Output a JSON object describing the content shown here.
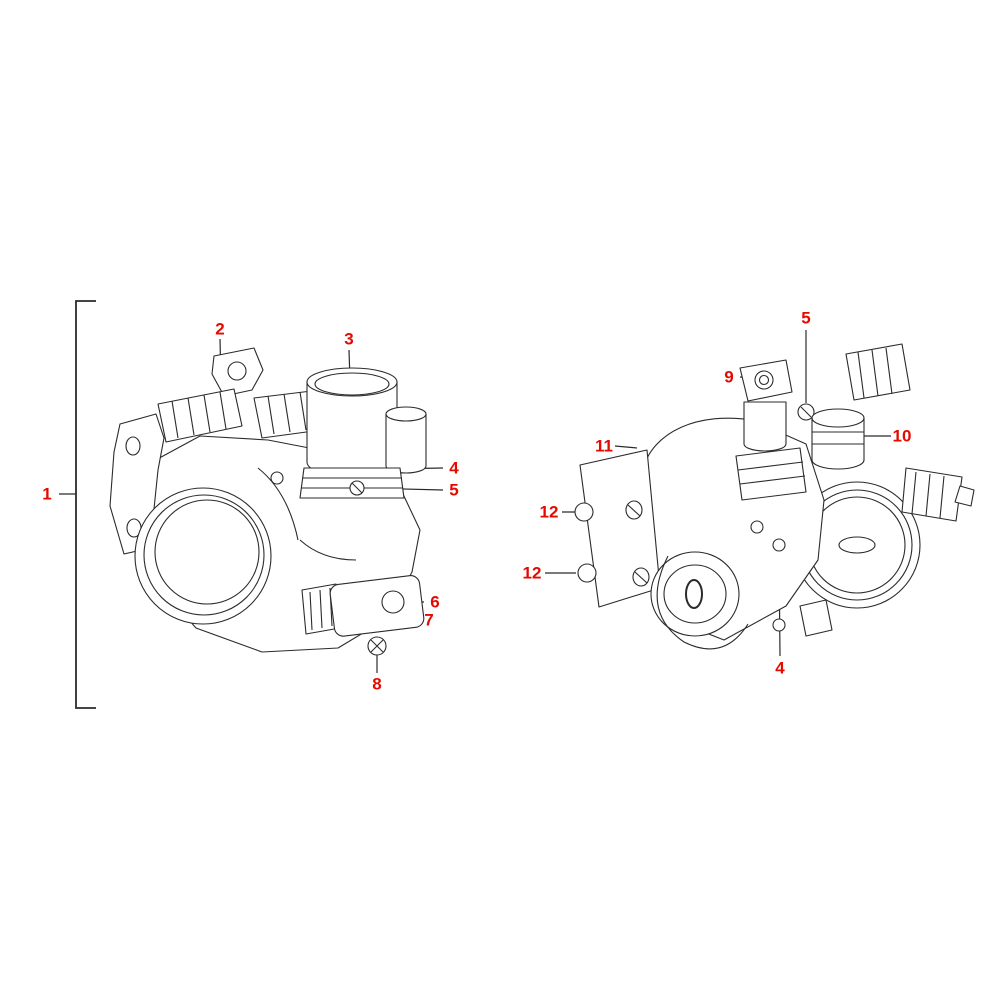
{
  "colors": {
    "callout": "#e30b00",
    "line": "#2b2b2b",
    "background": "#ffffff"
  },
  "views": {
    "left": {
      "callouts": [
        {
          "label": "1"
        },
        {
          "label": "2"
        },
        {
          "label": "3"
        },
        {
          "label": "4"
        },
        {
          "label": "5"
        },
        {
          "label": "6"
        },
        {
          "label": "7"
        },
        {
          "label": "8"
        }
      ]
    },
    "right": {
      "callouts": [
        {
          "label": "5"
        },
        {
          "label": "9"
        },
        {
          "label": "10"
        },
        {
          "label": "11"
        },
        {
          "label": "12"
        },
        {
          "label": "12"
        },
        {
          "label": "4"
        }
      ]
    }
  }
}
